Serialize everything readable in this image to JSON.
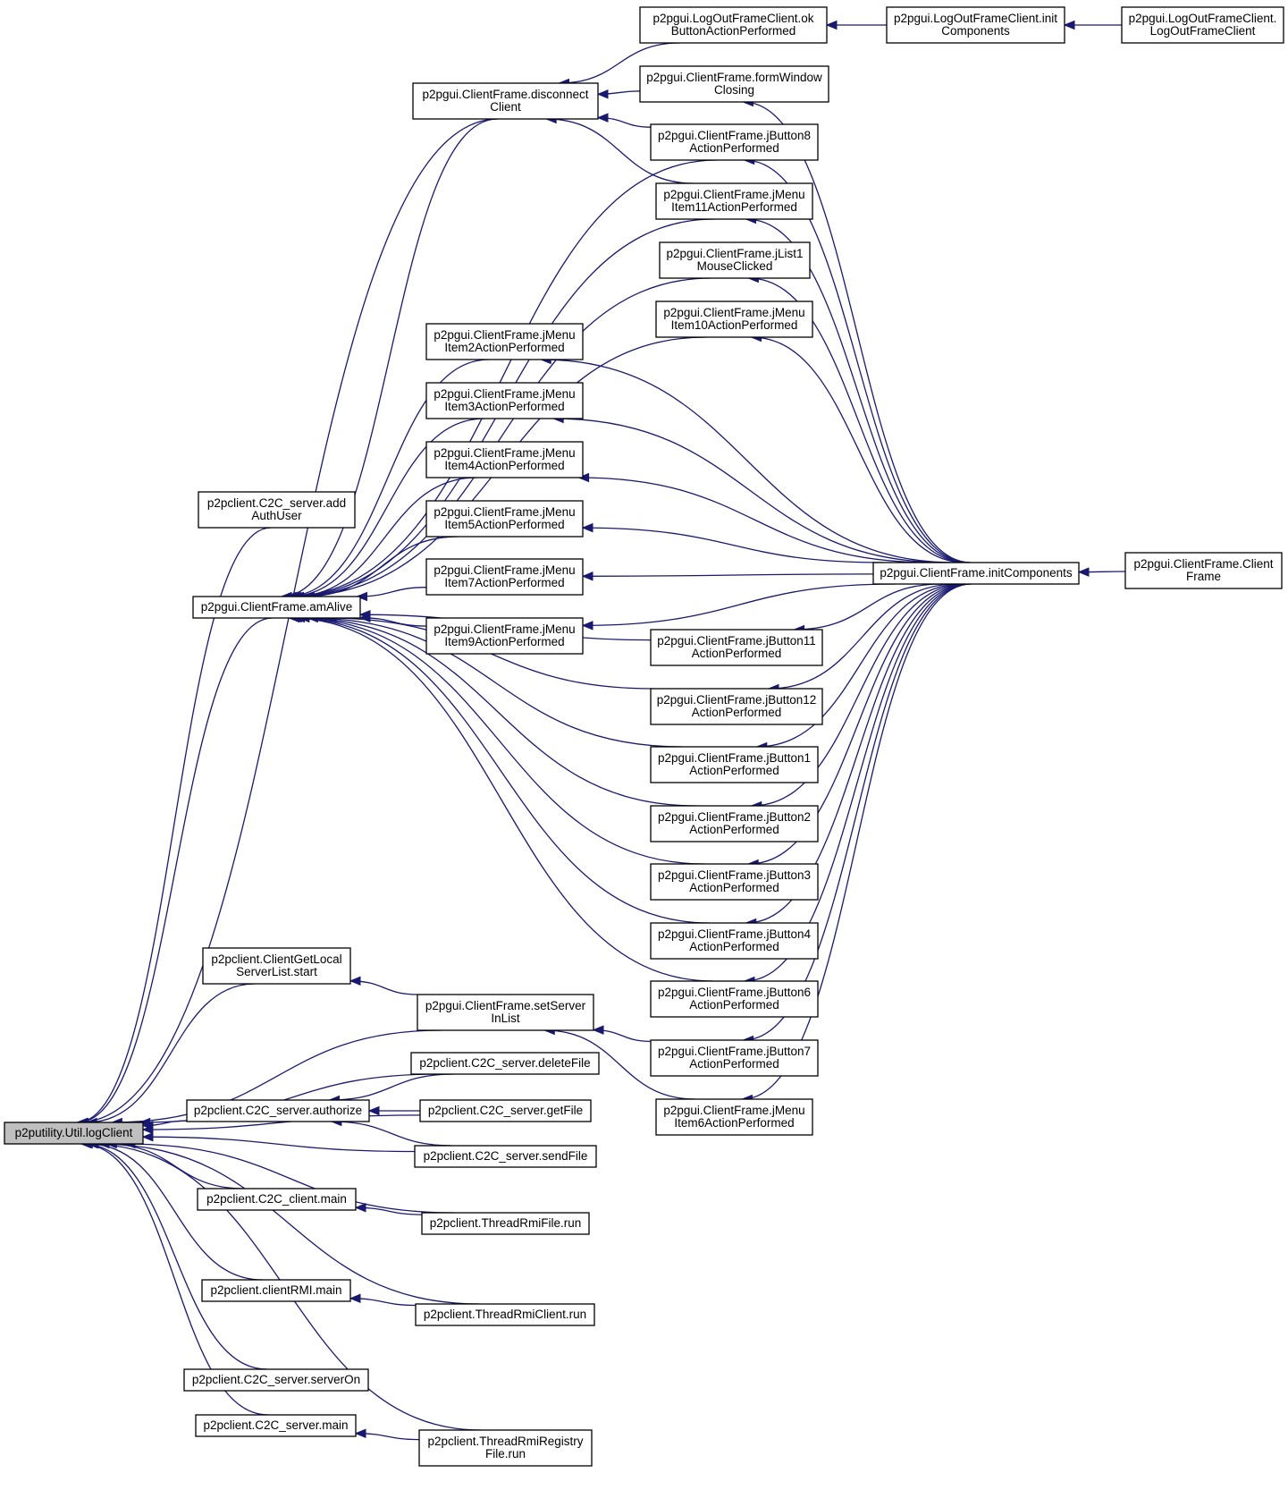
{
  "nodes": [
    {
      "id": "logClient",
      "lines": [
        "p2putility.Util.logClient"
      ],
      "highlight": true
    },
    {
      "id": "addAuthUser",
      "lines": [
        "p2pclient.C2C_server.add",
        "AuthUser"
      ]
    },
    {
      "id": "amAlive",
      "lines": [
        "p2pgui.ClientFrame.amAlive"
      ]
    },
    {
      "id": "gls",
      "lines": [
        "p2pclient.ClientGetLocal",
        "ServerList.start"
      ]
    },
    {
      "id": "authorize",
      "lines": [
        "p2pclient.C2C_server.authorize"
      ]
    },
    {
      "id": "c2cClientMain",
      "lines": [
        "p2pclient.C2C_client.main"
      ]
    },
    {
      "id": "clientRMIMain",
      "lines": [
        "p2pclient.clientRMI.main"
      ]
    },
    {
      "id": "serverOn",
      "lines": [
        "p2pclient.C2C_server.serverOn"
      ]
    },
    {
      "id": "c2cServerMain",
      "lines": [
        "p2pclient.C2C_server.main"
      ]
    },
    {
      "id": "disconnect",
      "lines": [
        "p2pgui.ClientFrame.disconnect",
        "Client"
      ]
    },
    {
      "id": "jm2",
      "lines": [
        "p2pgui.ClientFrame.jMenu",
        "Item2ActionPerformed"
      ]
    },
    {
      "id": "jm3",
      "lines": [
        "p2pgui.ClientFrame.jMenu",
        "Item3ActionPerformed"
      ]
    },
    {
      "id": "jm4",
      "lines": [
        "p2pgui.ClientFrame.jMenu",
        "Item4ActionPerformed"
      ]
    },
    {
      "id": "jm5",
      "lines": [
        "p2pgui.ClientFrame.jMenu",
        "Item5ActionPerformed"
      ]
    },
    {
      "id": "jm7",
      "lines": [
        "p2pgui.ClientFrame.jMenu",
        "Item7ActionPerformed"
      ]
    },
    {
      "id": "jm9",
      "lines": [
        "p2pgui.ClientFrame.jMenu",
        "Item9ActionPerformed"
      ]
    },
    {
      "id": "setServer",
      "lines": [
        "p2pgui.ClientFrame.setServer",
        "InList"
      ]
    },
    {
      "id": "deleteFile",
      "lines": [
        "p2pclient.C2C_server.deleteFile"
      ]
    },
    {
      "id": "getFile",
      "lines": [
        "p2pclient.C2C_server.getFile"
      ]
    },
    {
      "id": "sendFile",
      "lines": [
        "p2pclient.C2C_server.sendFile"
      ]
    },
    {
      "id": "rmiFile",
      "lines": [
        "p2pclient.ThreadRmiFile.run"
      ]
    },
    {
      "id": "rmiClient",
      "lines": [
        "p2pclient.ThreadRmiClient.run"
      ]
    },
    {
      "id": "rmiReg",
      "lines": [
        "p2pclient.ThreadRmiRegistry",
        "File.run"
      ]
    },
    {
      "id": "okBtn",
      "lines": [
        "p2pgui.LogOutFrameClient.ok",
        "ButtonActionPerformed"
      ]
    },
    {
      "id": "formWin",
      "lines": [
        "p2pgui.ClientFrame.formWindow",
        "Closing"
      ]
    },
    {
      "id": "jb8",
      "lines": [
        "p2pgui.ClientFrame.jButton8",
        "ActionPerformed"
      ]
    },
    {
      "id": "jm11",
      "lines": [
        "p2pgui.ClientFrame.jMenu",
        "Item11ActionPerformed"
      ]
    },
    {
      "id": "jl1",
      "lines": [
        "p2pgui.ClientFrame.jList1",
        "MouseClicked"
      ]
    },
    {
      "id": "jm10",
      "lines": [
        "p2pgui.ClientFrame.jMenu",
        "Item10ActionPerformed"
      ]
    },
    {
      "id": "jb11",
      "lines": [
        "p2pgui.ClientFrame.jButton11",
        "ActionPerformed"
      ]
    },
    {
      "id": "jb12",
      "lines": [
        "p2pgui.ClientFrame.jButton12",
        "ActionPerformed"
      ]
    },
    {
      "id": "jb1",
      "lines": [
        "p2pgui.ClientFrame.jButton1",
        "ActionPerformed"
      ]
    },
    {
      "id": "jb2",
      "lines": [
        "p2pgui.ClientFrame.jButton2",
        "ActionPerformed"
      ]
    },
    {
      "id": "jb3",
      "lines": [
        "p2pgui.ClientFrame.jButton3",
        "ActionPerformed"
      ]
    },
    {
      "id": "jb4",
      "lines": [
        "p2pgui.ClientFrame.jButton4",
        "ActionPerformed"
      ]
    },
    {
      "id": "jb6",
      "lines": [
        "p2pgui.ClientFrame.jButton6",
        "ActionPerformed"
      ]
    },
    {
      "id": "jb7",
      "lines": [
        "p2pgui.ClientFrame.jButton7",
        "ActionPerformed"
      ]
    },
    {
      "id": "jm6",
      "lines": [
        "p2pgui.ClientFrame.jMenu",
        "Item6ActionPerformed"
      ]
    },
    {
      "id": "logInit",
      "lines": [
        "p2pgui.LogOutFrameClient.init",
        "Components"
      ]
    },
    {
      "id": "initComp",
      "lines": [
        "p2pgui.ClientFrame.initComponents"
      ]
    },
    {
      "id": "logCtor",
      "lines": [
        "p2pgui.LogOutFrameClient.",
        "LogOutFrameClient"
      ]
    },
    {
      "id": "cfCtor",
      "lines": [
        "p2pgui.ClientFrame.Client",
        "Frame"
      ]
    }
  ],
  "edges": [
    [
      "addAuthUser",
      "logClient"
    ],
    [
      "amAlive",
      "logClient"
    ],
    [
      "gls",
      "logClient"
    ],
    [
      "authorize",
      "logClient"
    ],
    [
      "c2cClientMain",
      "logClient"
    ],
    [
      "clientRMIMain",
      "logClient"
    ],
    [
      "serverOn",
      "logClient"
    ],
    [
      "c2cServerMain",
      "logClient"
    ],
    [
      "disconnect",
      "logClient"
    ],
    [
      "setServer",
      "logClient"
    ],
    [
      "deleteFile",
      "logClient"
    ],
    [
      "getFile",
      "logClient"
    ],
    [
      "sendFile",
      "logClient"
    ],
    [
      "rmiFile",
      "logClient"
    ],
    [
      "rmiClient",
      "logClient"
    ],
    [
      "rmiReg",
      "logClient"
    ],
    [
      "disconnect",
      "amAlive"
    ],
    [
      "jm2",
      "amAlive"
    ],
    [
      "jm3",
      "amAlive"
    ],
    [
      "jm4",
      "amAlive"
    ],
    [
      "jm5",
      "amAlive"
    ],
    [
      "jm7",
      "amAlive"
    ],
    [
      "jm9",
      "amAlive"
    ],
    [
      "jb8",
      "amAlive"
    ],
    [
      "jm11",
      "amAlive"
    ],
    [
      "jl1",
      "amAlive"
    ],
    [
      "jm10",
      "amAlive"
    ],
    [
      "jb11",
      "amAlive"
    ],
    [
      "jb12",
      "amAlive"
    ],
    [
      "jb1",
      "amAlive"
    ],
    [
      "jb2",
      "amAlive"
    ],
    [
      "jb3",
      "amAlive"
    ],
    [
      "jb4",
      "amAlive"
    ],
    [
      "jb6",
      "amAlive"
    ],
    [
      "setServer",
      "gls"
    ],
    [
      "deleteFile",
      "authorize"
    ],
    [
      "getFile",
      "authorize"
    ],
    [
      "sendFile",
      "authorize"
    ],
    [
      "rmiFile",
      "c2cClientMain"
    ],
    [
      "rmiClient",
      "clientRMIMain"
    ],
    [
      "rmiReg",
      "c2cServerMain"
    ],
    [
      "okBtn",
      "disconnect"
    ],
    [
      "formWin",
      "disconnect"
    ],
    [
      "jb8",
      "disconnect"
    ],
    [
      "jm11",
      "disconnect"
    ],
    [
      "jb7",
      "setServer"
    ],
    [
      "jm6",
      "setServer"
    ],
    [
      "logInit",
      "okBtn"
    ],
    [
      "logCtor",
      "logInit"
    ],
    [
      "initComp",
      "formWin"
    ],
    [
      "initComp",
      "jb8"
    ],
    [
      "initComp",
      "jm11"
    ],
    [
      "initComp",
      "jl1"
    ],
    [
      "initComp",
      "jm10"
    ],
    [
      "initComp",
      "jm2"
    ],
    [
      "initComp",
      "jm3"
    ],
    [
      "initComp",
      "jm4"
    ],
    [
      "initComp",
      "jm5"
    ],
    [
      "initComp",
      "jm7"
    ],
    [
      "initComp",
      "jm9"
    ],
    [
      "initComp",
      "jb11"
    ],
    [
      "initComp",
      "jb12"
    ],
    [
      "initComp",
      "jb1"
    ],
    [
      "initComp",
      "jb2"
    ],
    [
      "initComp",
      "jb3"
    ],
    [
      "initComp",
      "jb4"
    ],
    [
      "initComp",
      "jb6"
    ],
    [
      "initComp",
      "jb7"
    ],
    [
      "initComp",
      "jm6"
    ],
    [
      "cfCtor",
      "initComp"
    ]
  ]
}
